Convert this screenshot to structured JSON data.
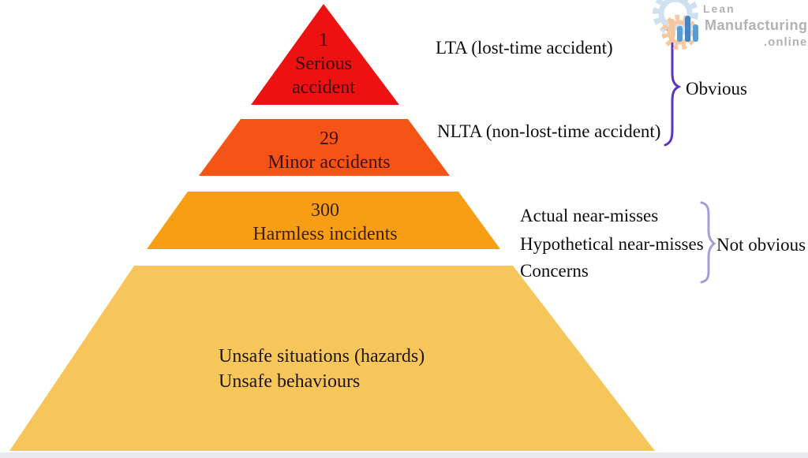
{
  "page": {
    "background": "#ffffff",
    "footer_color": "#e9e9ee"
  },
  "logo": {
    "line1": "Lean",
    "line2": "Manufacturing",
    "line3": ".online",
    "text_color": "#b2b2b6",
    "gear_large_color": "#cfe0ee",
    "gear_small_color": "#f6c9a2",
    "bar_colors": {
      "bar1": "#f5c79e",
      "bar2": "#5d9bd3",
      "bar3": "#4884c0",
      "bar4": "#5d9bd3"
    }
  },
  "pyramid": {
    "levels": [
      {
        "count": "1",
        "line1": "Serious",
        "line2": "accident",
        "color": "#ee1111",
        "text_color": "#3a0b0b"
      },
      {
        "count": "29",
        "line1": "Minor accidents",
        "color": "#f65416",
        "text_color": "#401008"
      },
      {
        "count": "300",
        "line1": "Harmless incidents",
        "color": "#f89e15",
        "text_color": "#3c1d04"
      },
      {
        "line1": "Unsafe situations (hazards)",
        "line2": "Unsafe behaviours",
        "color": "#f7c65a",
        "text_color": "#201508"
      }
    ]
  },
  "annotations": {
    "lta": "LTA (lost-time accident)",
    "nlta": "NLTA (non-lost-time accident)",
    "obvious": "Obvious",
    "actual": "Actual near-misses",
    "hypothetical": "Hypothetical near-misses",
    "concerns": "Concerns",
    "not_obvious": "Not obvious",
    "bracket_obvious_color": "#5c33c4",
    "bracket_not_obvious_color": "#ab9cd8",
    "label_color": "#0e0e0e"
  }
}
